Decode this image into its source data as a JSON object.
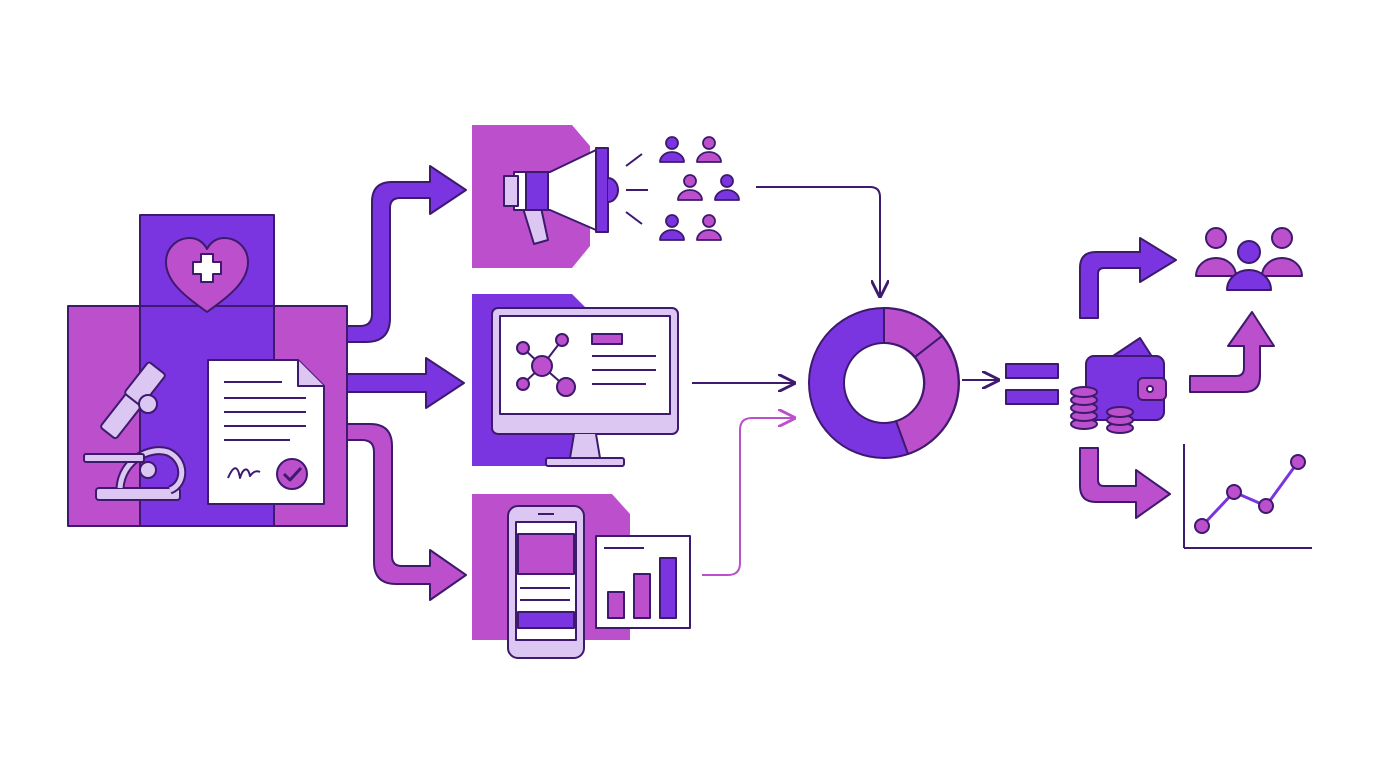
{
  "colors": {
    "violet": "#7a34e0",
    "magenta": "#bb4fcc",
    "lavender": "#dcc6f2",
    "outline": "#3d1a6e",
    "white": "#ffffff"
  },
  "diagram": {
    "source": {
      "name": "medical-research-block",
      "icons": [
        "heart-plus-icon",
        "microscope-icon",
        "signed-document-icon"
      ]
    },
    "channels": [
      {
        "name": "marketing-outreach",
        "icons": [
          "megaphone-icon",
          "audience-group-icon"
        ]
      },
      {
        "name": "digital-platform",
        "icons": [
          "desktop-monitor-icon",
          "network-graph-icon"
        ]
      },
      {
        "name": "mobile-analytics",
        "icons": [
          "smartphone-icon",
          "bar-chart-icon"
        ]
      }
    ],
    "hub": {
      "name": "donut-hub",
      "icons": [
        "donut-chart-icon"
      ]
    },
    "result": {
      "name": "revenue",
      "icons": [
        "equals-icon",
        "wallet-icon",
        "coin-stack-icon"
      ]
    },
    "outcomes": [
      {
        "name": "people-growth",
        "icons": [
          "people-group-icon",
          "up-arrow-icon"
        ]
      },
      {
        "name": "trend-growth",
        "icons": [
          "line-chart-icon"
        ]
      }
    ]
  }
}
